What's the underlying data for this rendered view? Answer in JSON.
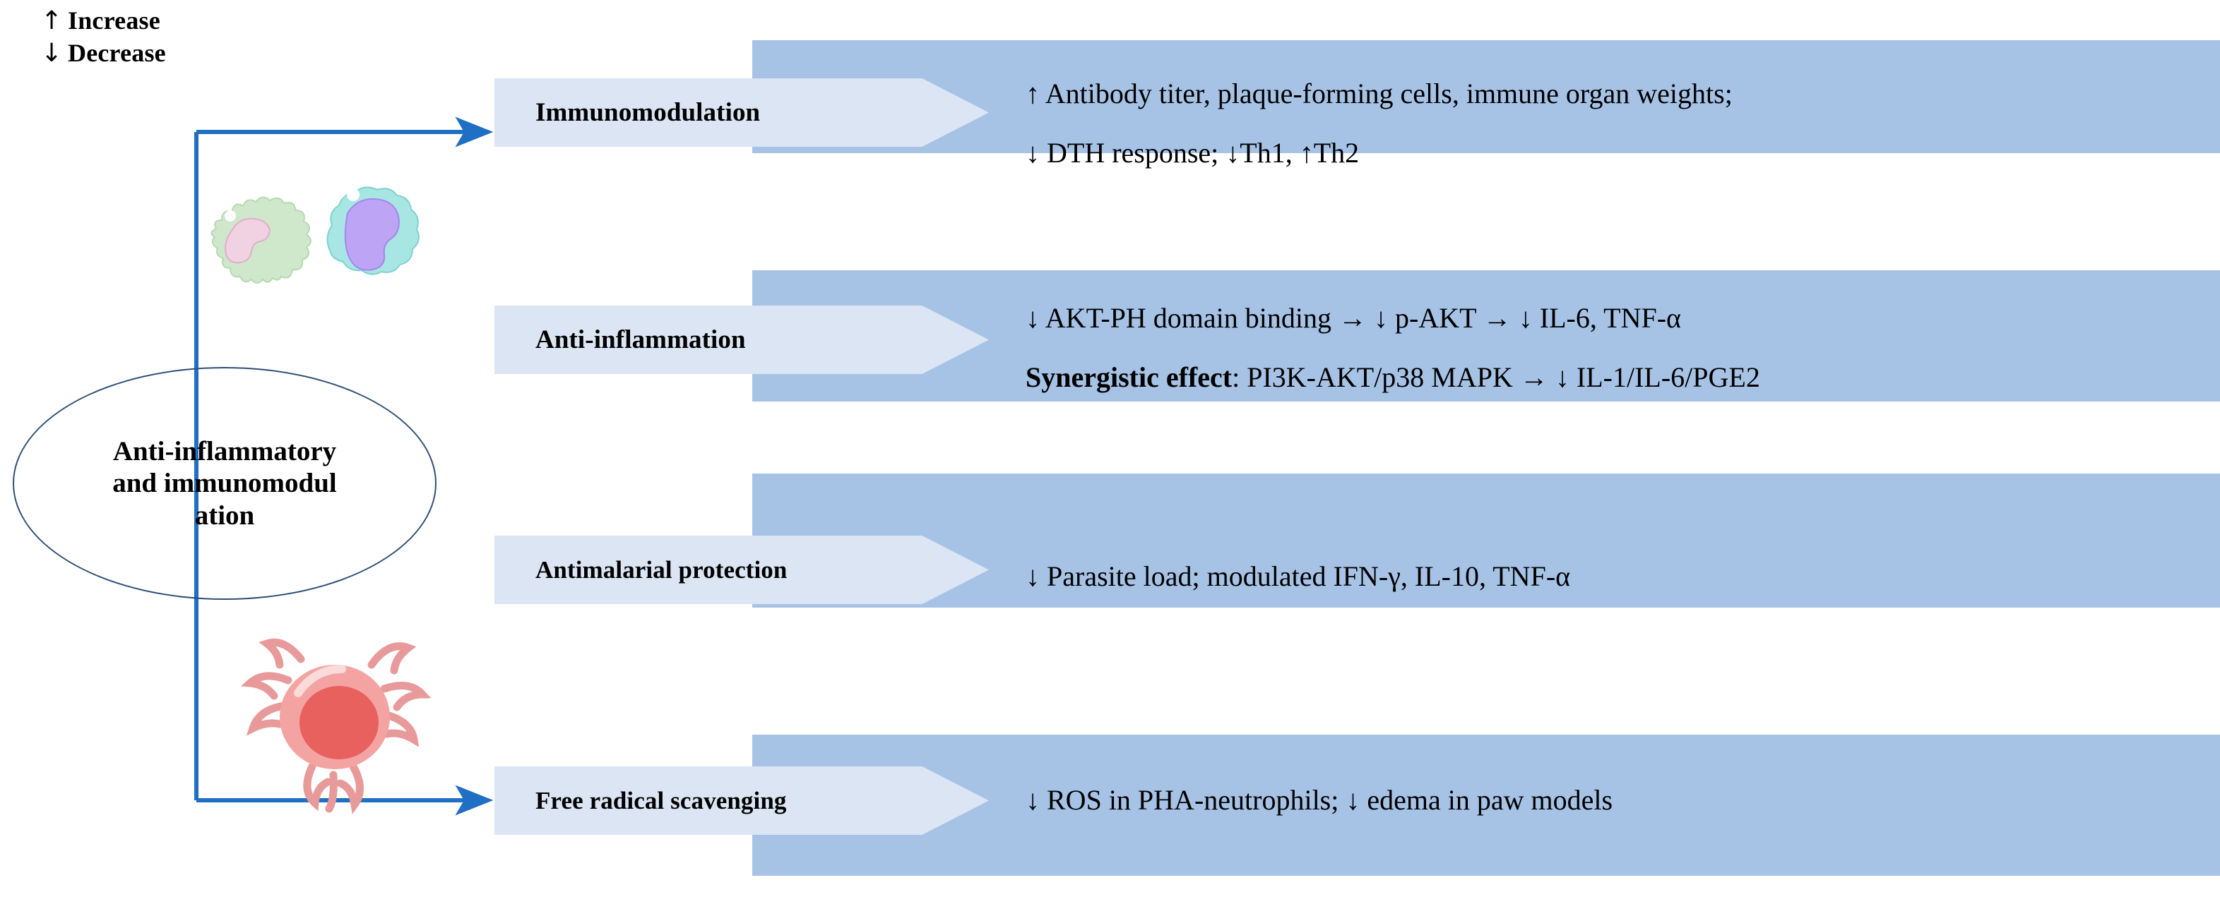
{
  "legend": {
    "items": [
      {
        "symbol": "↑",
        "label": "Increase",
        "icon": "up-arrow-icon"
      },
      {
        "symbol": "↓",
        "label": "Decrease",
        "icon": "down-arrow-icon"
      }
    ]
  },
  "central_node": {
    "label": "Anti-inflammatory and immunomodulation",
    "shape": "ellipse",
    "border_color": "#2f4f76"
  },
  "artwork": {
    "immune_cells": {
      "name": "immune-cells-illustration",
      "cell_a_color": "#cfe8cb",
      "cell_a_nucleus": "#f0d2e2",
      "cell_b_color": "#a8e6e3",
      "cell_b_nucleus": "#bda4f5"
    },
    "parasite": {
      "name": "parasite-illustration",
      "body_color": "#f4a3a3",
      "core_color": "#e8615f"
    }
  },
  "colors": {
    "panel_background": "#a6c3e6",
    "chevron_background": "#dbe5f3",
    "connector": "#1f6fc4",
    "text": "#000000"
  },
  "rows": [
    {
      "banner": "Immunomodulation",
      "lines": [
        {
          "text": "↑ Antibody titer, plaque-forming cells, immune organ weights;",
          "bold_prefix": ""
        },
        {
          "text": "↓ DTH response; ↓Th1, ↑Th2",
          "bold_prefix": ""
        }
      ]
    },
    {
      "banner": "Anti-inflammation",
      "lines": [
        {
          "text": "↓ AKT-PH domain binding → ↓ p-AKT → ↓ IL-6, TNF-α",
          "bold_prefix": ""
        },
        {
          "text": ": PI3K-AKT/p38 MAPK → ↓ IL-1/IL-6/PGE2",
          "bold_prefix": "Synergistic effect"
        }
      ]
    },
    {
      "banner": "Antimalarial protection",
      "lines": [
        {
          "text": "↓ Parasite load; modulated IFN-γ, IL-10, TNF-α",
          "bold_prefix": ""
        }
      ]
    },
    {
      "banner": "Free radical scavenging",
      "lines": [
        {
          "text": "↓ ROS in PHA-neutrophils; ↓ edema in paw models",
          "bold_prefix": ""
        }
      ]
    }
  ]
}
